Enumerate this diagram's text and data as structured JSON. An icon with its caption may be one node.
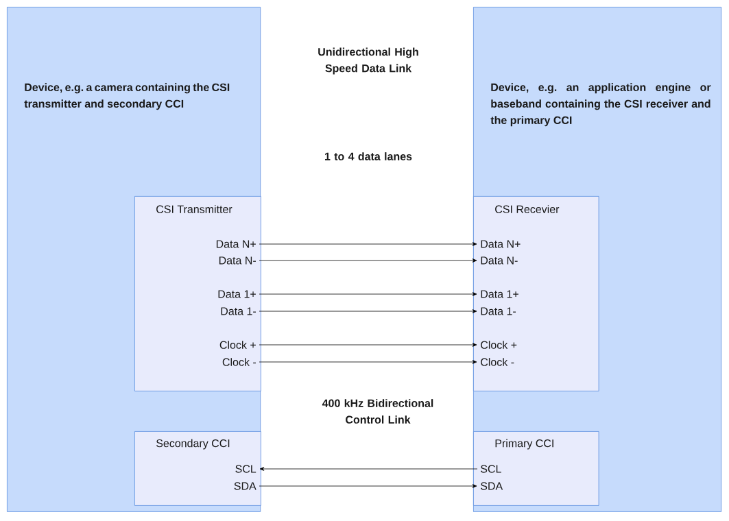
{
  "diagram": {
    "nodes": [
      {
        "text": [
          "Device, e.g. a camera containing the CSI transmitter and secondary CCI"
        ]
      },
      {
        "text": [
          "CSI Transmitter"
        ],
        "in": 0
      },
      {
        "text": [
          "Secondary CCI"
        ],
        "in": 0
      },
      {
        "text": [
          "Device, e.g. an application engine or baseband containing the CSI receiver and the primary CCI"
        ]
      },
      {
        "text": [
          "CSI Recevier"
        ],
        "in": 3
      },
      {
        "text": [
          "Primary CCI"
        ],
        "in": 3
      },
      {
        "text": [
          "Data N+"
        ],
        "in": 1
      },
      {
        "text": [
          "Data N-"
        ],
        "in": 1
      },
      {
        "text": [
          "Data 1+"
        ],
        "in": 1
      },
      {
        "text": [
          "Data 1-"
        ],
        "in": 1
      },
      {
        "text": [
          "Clock +"
        ],
        "in": 1
      },
      {
        "text": [
          "Clock -"
        ],
        "in": 1
      },
      {
        "text": [
          "Data N+"
        ],
        "in": 4
      },
      {
        "text": [
          "Data N-"
        ],
        "in": 4
      },
      {
        "text": [
          "Data 1+"
        ],
        "in": 4
      },
      {
        "text": [
          "Data 1-"
        ],
        "in": 4
      },
      {
        "text": [
          "Clock +"
        ],
        "in": 4
      },
      {
        "text": [
          "Clock -"
        ],
        "in": 4
      },
      {
        "text": [
          "SCL"
        ],
        "in": 2
      },
      {
        "text": [
          "SDA"
        ],
        "in": 2
      },
      {
        "text": [
          "SCL"
        ],
        "in": 5
      },
      {
        "text": [
          "SDA"
        ],
        "in": 5
      }
    ],
    "edges": [
      {
        "from": 6,
        "to": 12,
        "arrow": "to"
      },
      {
        "from": 7,
        "to": 13,
        "arrow": "to"
      },
      {
        "from": 8,
        "to": 14,
        "arrow": "to"
      },
      {
        "from": 9,
        "to": 15,
        "arrow": "to"
      },
      {
        "from": 10,
        "to": 16,
        "arrow": "to"
      },
      {
        "from": 11,
        "to": 17,
        "arrow": "to"
      },
      {
        "from": 20,
        "to": 18,
        "arrow": "to"
      },
      {
        "from": 19,
        "to": 21,
        "arrow": "to"
      }
    ],
    "labels": [
      "Unidirectional High Speed Data Link",
      "1 to 4 data lanes",
      "400 kHz Bidirectional Control Link"
    ]
  }
}
